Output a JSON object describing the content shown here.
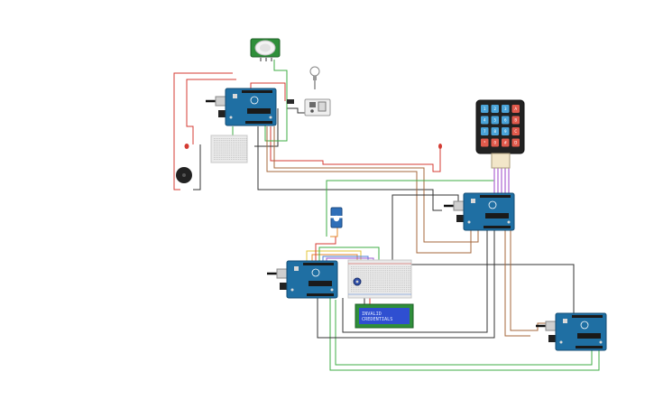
{
  "circuit": {
    "lcd": {
      "line1": "INVALID",
      "line2": "CREDENTIALS"
    },
    "keypad": {
      "keys": [
        "1",
        "2",
        "3",
        "A",
        "4",
        "5",
        "6",
        "B",
        "7",
        "8",
        "9",
        "C",
        "*",
        "0",
        "#",
        "D"
      ]
    },
    "boards": [
      "arduino-uno-1",
      "arduino-uno-2",
      "arduino-uno-3",
      "arduino-uno-4"
    ],
    "colors": {
      "board": "#1f6fa3",
      "wire_red": "#d43b33",
      "wire_black": "#333333",
      "wire_green": "#3fae45",
      "wire_brown": "#a4673b",
      "wire_orange": "#e58a2a",
      "wire_yellow": "#e3c43a",
      "lcd_screen": "#2f4fd1",
      "keypad_key": "#4aa3d8",
      "keypad_key_alt": "#e05a4c"
    }
  }
}
